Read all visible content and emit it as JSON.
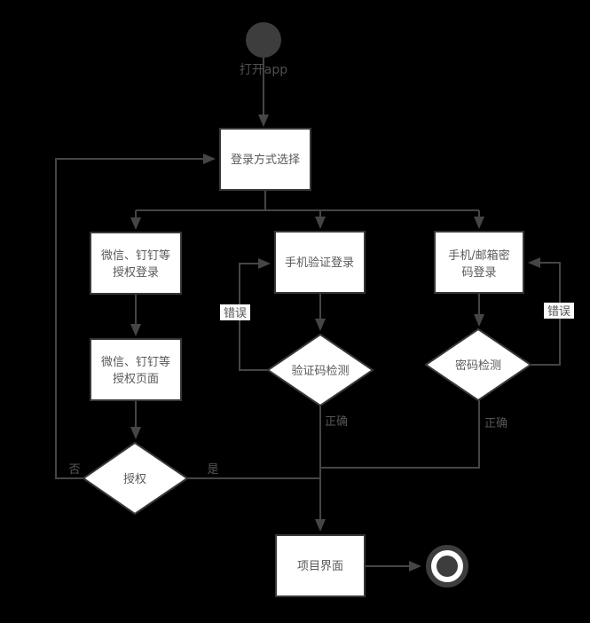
{
  "diagram": {
    "title": "app-login-flowchart",
    "colors": {
      "background": "#000000",
      "node_fill": "#ffffff",
      "node_border": "#383838",
      "connector": "#454545",
      "text": "#595959",
      "terminal_fill": "#3d3d3d",
      "edge_label_bg": "#fbfbfb"
    },
    "nodes": {
      "start_label": "打开app",
      "login_select": "登录方式选择",
      "wechat_login_line1": "微信、钉钉等",
      "wechat_login_line2": "授权登录",
      "phone_login": "手机验证登录",
      "password_login_line1": "手机/邮箱密",
      "password_login_line2": "码登录",
      "wechat_page_line1": "微信、钉钉等",
      "wechat_page_line2": "授权页面",
      "code_check": "验证码检测",
      "password_check": "密码检测",
      "authorize": "授权",
      "project_ui": "项目界面"
    },
    "edge_labels": {
      "error_middle": "错误",
      "error_right": "错误",
      "correct_middle": "正确",
      "correct_right": "正确",
      "yes": "是",
      "no": "否"
    }
  }
}
